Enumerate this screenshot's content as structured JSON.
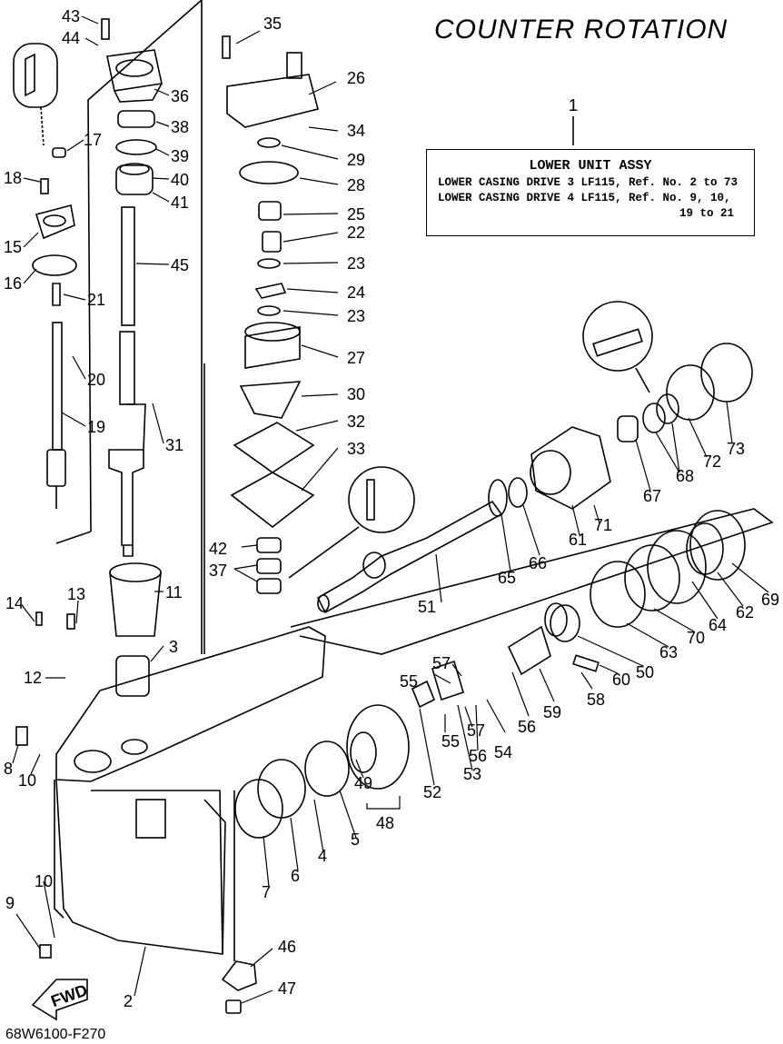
{
  "title": "COUNTER ROTATION",
  "assembly": {
    "ref_no": "1",
    "name": "LOWER UNIT ASSY",
    "lines": [
      "LOWER CASING DRIVE 3 LF115, Ref. No. 2 to 73",
      "LOWER CASING DRIVE 4 LF115, Ref. No. 9, 10,",
      "19 to 21"
    ]
  },
  "drawing_code": "68W6100-F270",
  "fwd_label": "FWD",
  "callouts": [
    "43",
    "44",
    "36",
    "38",
    "39",
    "40",
    "41",
    "45",
    "17",
    "18",
    "15",
    "16",
    "21",
    "20",
    "19",
    "31",
    "11",
    "3",
    "13",
    "14",
    "12",
    "8",
    "10",
    "10",
    "9",
    "2",
    "35",
    "26",
    "34",
    "29",
    "28",
    "25",
    "22",
    "23",
    "24",
    "23",
    "27",
    "30",
    "32",
    "33",
    "42",
    "37",
    "1",
    "73",
    "72",
    "68",
    "67",
    "71",
    "61",
    "66",
    "65",
    "51",
    "69",
    "62",
    "64",
    "70",
    "63",
    "50",
    "60",
    "58",
    "59",
    "56",
    "54",
    "56",
    "57",
    "57",
    "55",
    "55",
    "53",
    "52",
    "49",
    "48",
    "5",
    "4",
    "6",
    "7",
    "46",
    "47"
  ]
}
